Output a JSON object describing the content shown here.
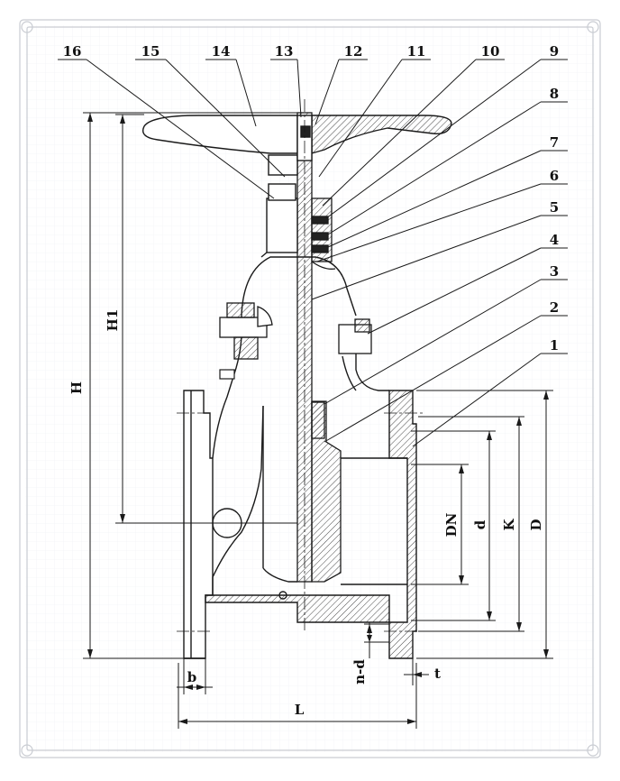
{
  "part_numbers": [
    "16",
    "15",
    "14",
    "13",
    "12",
    "11",
    "10",
    "9",
    "8",
    "7",
    "6",
    "5",
    "4",
    "3",
    "2",
    "1"
  ],
  "dimension_labels": {
    "H": "H",
    "H1": "H1",
    "DN": "DN",
    "d": "d",
    "K": "K",
    "D": "D",
    "b": "b",
    "L": "L",
    "nd": "n-d",
    "t": "t"
  },
  "colors": {
    "line": "#1a1a1a",
    "frame": "#c9ccd2",
    "grid": "#eef0f4",
    "hatch": "#333333"
  }
}
